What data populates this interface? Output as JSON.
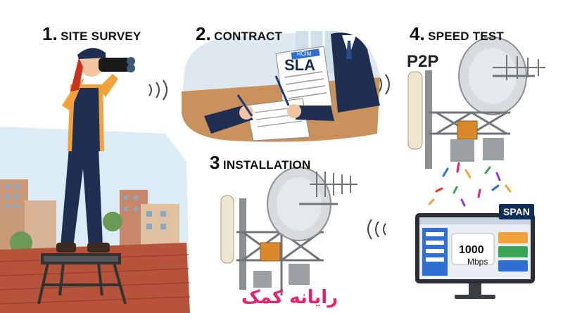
{
  "steps": [
    {
      "number": "1.",
      "label": "SITE SURVEY"
    },
    {
      "number": "2.",
      "label": "CONTRACT"
    },
    {
      "number": "3",
      "label": "INSTALLATION"
    },
    {
      "number": "4.",
      "label": "SPEED TEST"
    }
  ],
  "contract": {
    "header": "RCIM",
    "title": "SLA"
  },
  "speed_test": {
    "link_type": "P2P",
    "badge": "SPAN",
    "value": "1000",
    "unit": "Mbps"
  },
  "brand": {
    "logo_text": "رایانه کمک",
    "color": "#e5226b"
  },
  "colors": {
    "navy": "#1b2a4e",
    "orange": "#f3a23b",
    "roof": "#b8533b",
    "screen_blue": "#2e6fd1"
  }
}
